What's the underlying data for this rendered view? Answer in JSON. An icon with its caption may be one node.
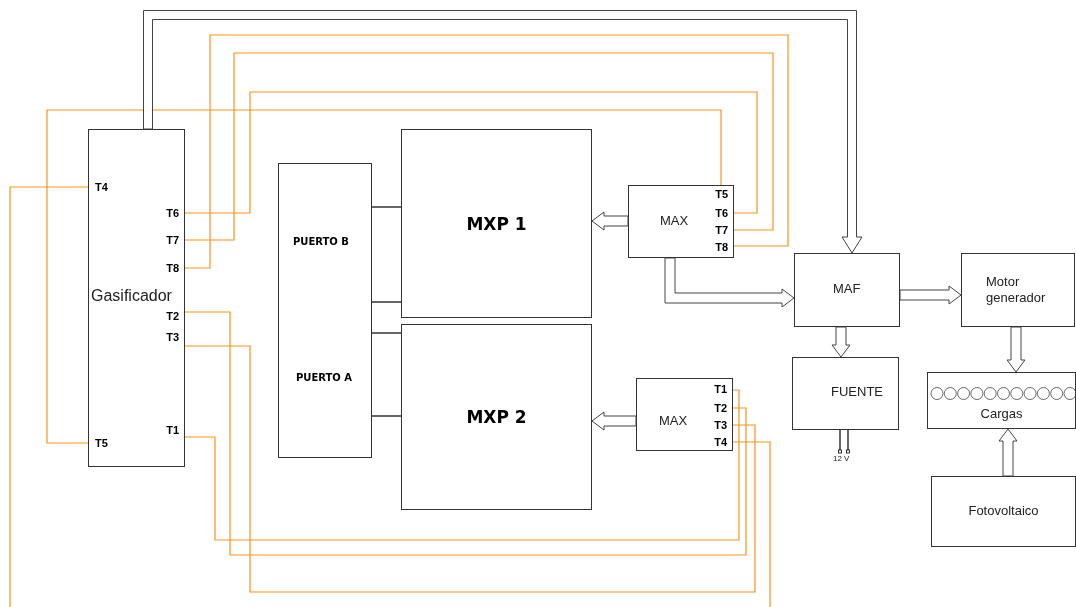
{
  "diagram": {
    "nodes": [
      {
        "text": [
          "Gasificador"
        ]
      },
      {
        "text": [
          "T4"
        ],
        "in": 0
      },
      {
        "text": [
          "T6"
        ],
        "in": 0
      },
      {
        "text": [
          "T7"
        ],
        "in": 0
      },
      {
        "text": [
          "T8"
        ],
        "in": 0
      },
      {
        "text": [
          "T2"
        ],
        "in": 0
      },
      {
        "text": [
          "T3"
        ],
        "in": 0
      },
      {
        "text": [
          "T1"
        ],
        "in": 0
      },
      {
        "text": [
          "T5"
        ],
        "in": 0
      },
      {
        "text": [
          "PUERTO B",
          "PUERTO A"
        ]
      },
      {
        "text": [
          "MXP 1"
        ]
      },
      {
        "text": [
          "MXP 2"
        ]
      },
      {
        "text": [
          "MAX"
        ]
      },
      {
        "text": [
          "T5"
        ],
        "in": 12
      },
      {
        "text": [
          "T6"
        ],
        "in": 12
      },
      {
        "text": [
          "T7"
        ],
        "in": 12
      },
      {
        "text": [
          "T8"
        ],
        "in": 12
      },
      {
        "text": [
          "MAX"
        ]
      },
      {
        "text": [
          "T1"
        ],
        "in": 17
      },
      {
        "text": [
          "T2"
        ],
        "in": 17
      },
      {
        "text": [
          "T3"
        ],
        "in": 17
      },
      {
        "text": [
          "T4"
        ],
        "in": 17
      },
      {
        "text": [
          "MAF"
        ]
      },
      {
        "text": [
          "FUENTE"
        ]
      },
      {
        "text": [
          "Motor generador"
        ]
      },
      {
        "text": [
          "Cargas"
        ]
      },
      {
        "text": [
          "Fotovoltaico"
        ]
      }
    ],
    "edges": [
      {
        "from": 2,
        "to": 14,
        "arrow": "none",
        "color": "#f7941d"
      },
      {
        "from": 3,
        "to": 15,
        "arrow": "none",
        "color": "#f7941d"
      },
      {
        "from": 4,
        "to": 16,
        "arrow": "none",
        "color": "#f7941d"
      },
      {
        "from": 8,
        "to": 13,
        "arrow": "none",
        "color": "#f7941d"
      },
      {
        "from": 1,
        "to": null,
        "arrow": "none",
        "color": "#f7941d"
      },
      {
        "from": 7,
        "to": 18,
        "arrow": "none",
        "color": "#f7941d"
      },
      {
        "from": 5,
        "to": 19,
        "arrow": "none",
        "color": "#f7941d"
      },
      {
        "from": 6,
        "to": 20,
        "arrow": "none",
        "color": "#f7941d"
      },
      {
        "from": 21,
        "to": null,
        "arrow": "none",
        "color": "#f7941d"
      },
      {
        "from": 9,
        "to": 10,
        "arrow": "none",
        "color": "#000000"
      },
      {
        "from": 9,
        "to": 10,
        "arrow": "none",
        "color": "#000000"
      },
      {
        "from": 9,
        "to": 11,
        "arrow": "none",
        "color": "#000000"
      },
      {
        "from": 9,
        "to": 11,
        "arrow": "none",
        "color": "#000000"
      },
      {
        "from": 0,
        "to": 22,
        "arrow": "to",
        "style": "thick"
      },
      {
        "from": 12,
        "to": 10,
        "arrow": "to",
        "style": "thick"
      },
      {
        "from": 17,
        "to": 11,
        "arrow": "to",
        "style": "thick"
      },
      {
        "from": 12,
        "to": 22,
        "arrow": "to",
        "style": "thick"
      },
      {
        "from": 22,
        "to": 24,
        "arrow": "to",
        "style": "thick"
      },
      {
        "from": 22,
        "to": 23,
        "arrow": "to",
        "style": "thick"
      },
      {
        "from": 24,
        "to": 25,
        "arrow": "to",
        "style": "thick"
      },
      {
        "from": 26,
        "to": 25,
        "arrow": "to",
        "style": "thick"
      }
    ],
    "labels": [
      "12 V"
    ]
  }
}
